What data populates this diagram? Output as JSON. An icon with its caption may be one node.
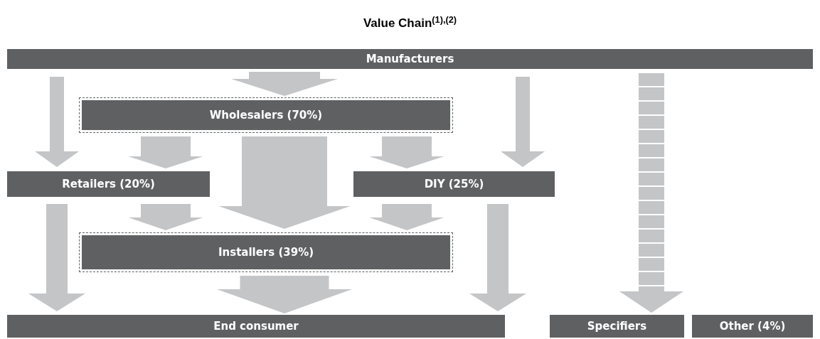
{
  "diagram": {
    "title": "Value Chain$^{(1),(2)}$",
    "nodes": [
      {
        "text": [
          "Manufacturers"
        ]
      },
      {
        "text": [
          "Wholesalers (70%)"
        ]
      },
      {
        "text": [
          "Retailers (20%)"
        ]
      },
      {
        "text": [
          "DIY (25%)"
        ]
      },
      {
        "text": [
          "Installers (39%)"
        ]
      },
      {
        "text": [
          "End consumer"
        ]
      },
      {
        "text": [
          "Specifiers"
        ]
      },
      {
        "text": [
          "Other (4%)"
        ]
      }
    ],
    "edges": [
      {
        "from": 0,
        "to": 2,
        "arrow": "to"
      },
      {
        "from": 0,
        "to": 1,
        "arrow": "to"
      },
      {
        "from": 0,
        "to": 3,
        "arrow": "to"
      },
      {
        "from": 0,
        "to": 6,
        "arrow": "to",
        "style": "dashed"
      },
      {
        "from": 1,
        "to": 2,
        "arrow": "to"
      },
      {
        "from": 1,
        "to": 4,
        "arrow": "to"
      },
      {
        "from": 1,
        "to": 3,
        "arrow": "to"
      },
      {
        "from": 2,
        "to": 4,
        "arrow": "to"
      },
      {
        "from": 3,
        "to": 4,
        "arrow": "to"
      },
      {
        "from": 2,
        "to": 5,
        "arrow": "to"
      },
      {
        "from": 4,
        "to": 5,
        "arrow": "to"
      },
      {
        "from": 3,
        "to": 5,
        "arrow": "to"
      }
    ]
  }
}
